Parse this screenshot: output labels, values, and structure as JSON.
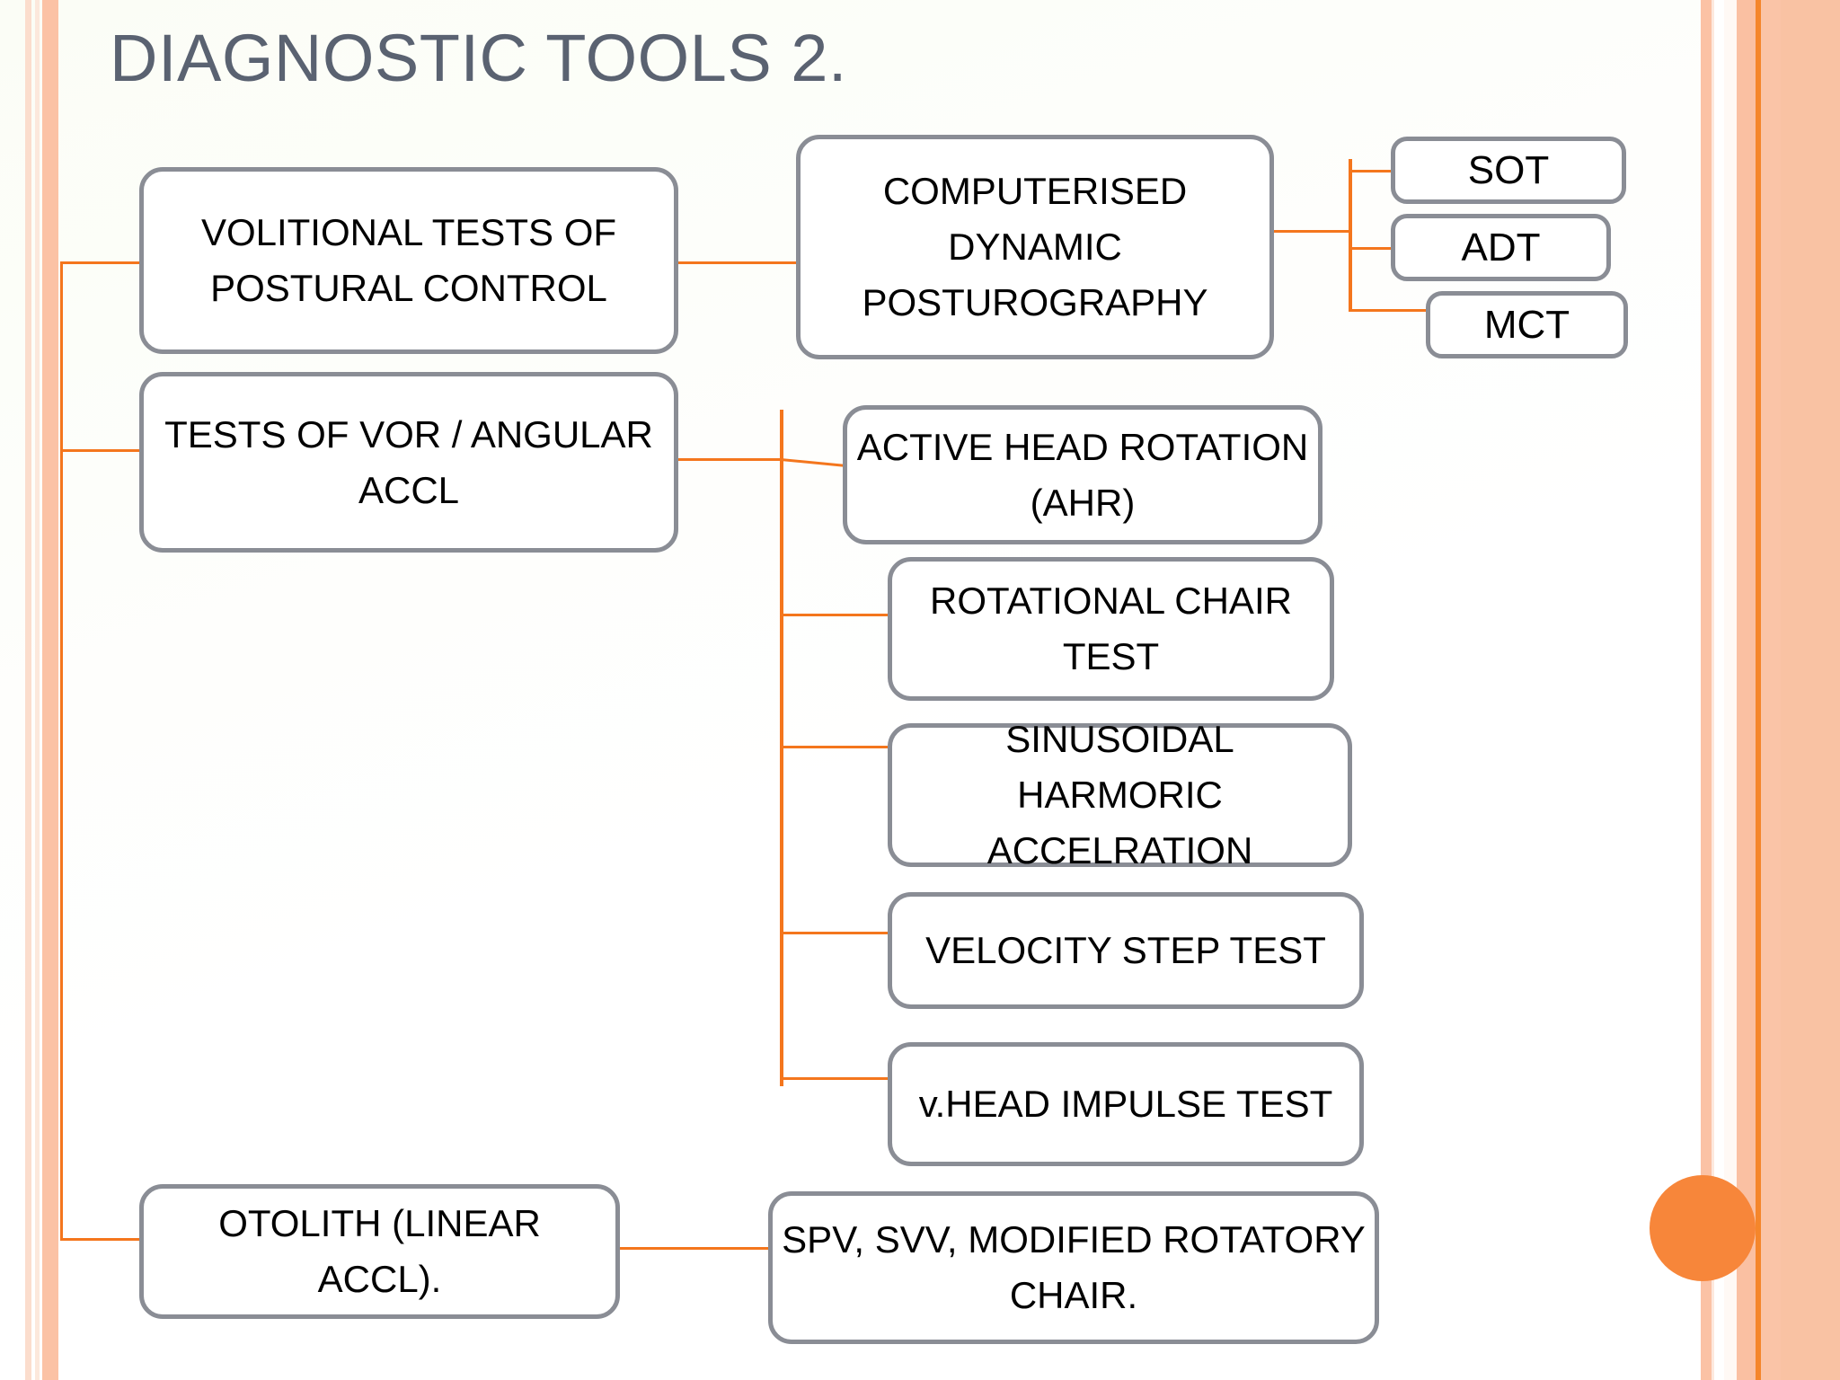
{
  "slide": {
    "title": "DIAGNOSTIC TOOLS 2.",
    "background_color": "#ffffff",
    "title_color": "#5a6271"
  },
  "theme": {
    "connector_color": "#f4761d",
    "box_border_color": "#8a8d95",
    "box_fill_color": "#ffffff",
    "accent_circle_color": "#f7863a",
    "frame_stripe_colors": [
      "#fbc2a5",
      "#fce8dc",
      "#f5862b",
      "#f9c2a3"
    ]
  },
  "diagram": {
    "type": "tree",
    "root_label": "DIAGNOSTIC TOOLS 2.",
    "level1": [
      {
        "id": "volitional",
        "label": "VOLITIONAL TESTS OF POSTURAL CONTROL"
      },
      {
        "id": "vor",
        "label": "TESTS OF VOR / ANGULAR ACCL"
      },
      {
        "id": "otolith",
        "label": "OTOLITH (LINEAR ACCL)."
      }
    ],
    "level2": {
      "volitional": [
        {
          "id": "cdp",
          "label": "COMPUTERISED DYNAMIC POSTUROGRAPHY"
        }
      ],
      "vor": [
        {
          "id": "ahr",
          "label": "ACTIVE HEAD ROTATION (AHR)"
        },
        {
          "id": "rct",
          "label": "ROTATIONAL CHAIR TEST"
        },
        {
          "id": "sha",
          "label": "SINUSOIDAL HARMORIC ACCELRATION"
        },
        {
          "id": "vst",
          "label": "VELOCITY STEP TEST"
        },
        {
          "id": "vhit",
          "label": "v.HEAD IMPULSE TEST"
        }
      ],
      "otolith": [
        {
          "id": "spv",
          "label": "SPV, SVV, MODIFIED ROTATORY CHAIR."
        }
      ]
    },
    "level3": {
      "cdp": [
        {
          "id": "sot",
          "label": "SOT"
        },
        {
          "id": "adt",
          "label": "ADT"
        },
        {
          "id": "mct",
          "label": "MCT"
        }
      ]
    }
  },
  "nodes": {
    "volitional": "VOLITIONAL TESTS OF POSTURAL CONTROL",
    "vor": "TESTS OF VOR / ANGULAR ACCL",
    "otolith": "OTOLITH (LINEAR ACCL).",
    "cdp": "COMPUTERISED DYNAMIC POSTUROGRAPHY",
    "sot": "SOT",
    "adt": "ADT",
    "mct": "MCT",
    "ahr": "ACTIVE HEAD ROTATION (AHR)",
    "rct": "ROTATIONAL CHAIR TEST",
    "sha": "SINUSOIDAL HARMORIC ACCELRATION",
    "vst": "VELOCITY STEP TEST",
    "vhit": "v.HEAD IMPULSE TEST",
    "spv": "SPV, SVV, MODIFIED ROTATORY CHAIR."
  }
}
